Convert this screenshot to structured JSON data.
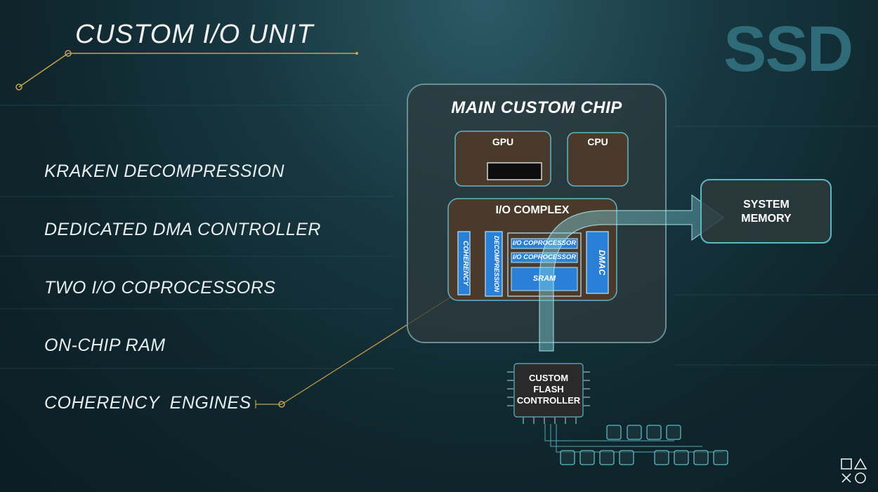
{
  "slide": {
    "title": "CUSTOM I/O UNIT",
    "logo": "SSD",
    "features": [
      "KRAKEN DECOMPRESSION",
      "DEDICATED DMA CONTROLLER",
      "TWO I/O COPROCESSORS",
      "ON-CHIP RAM",
      "COHERENCY  ENGINES"
    ]
  },
  "diagram": {
    "main_chip": "MAIN CUSTOM CHIP",
    "gpu": "GPU",
    "cpu": "CPU",
    "io_complex": "I/O COMPLEX",
    "coherency": "COHERENCY",
    "decompression": "DECOMPRESSION",
    "coprocessor_1": "I/O COPROCESSOR",
    "coprocessor_2": "I/O COPROCESSOR",
    "sram": "SRAM",
    "dmac": "DMAC",
    "system_memory_line1": "SYSTEM",
    "system_memory_line2": "MEMORY",
    "flash_line1": "CUSTOM",
    "flash_line2": "FLASH",
    "flash_line3": "CONTROLLER"
  },
  "colors": {
    "accent_gold": "#c9a24a",
    "box_outline": "#5fb6c4",
    "blue_block": "#2a7fd6",
    "brown_fill": "#4a3a2c",
    "title_logo": "#2f6a78"
  },
  "icons": {
    "platform_logo": "playstation-shapes-icon"
  }
}
